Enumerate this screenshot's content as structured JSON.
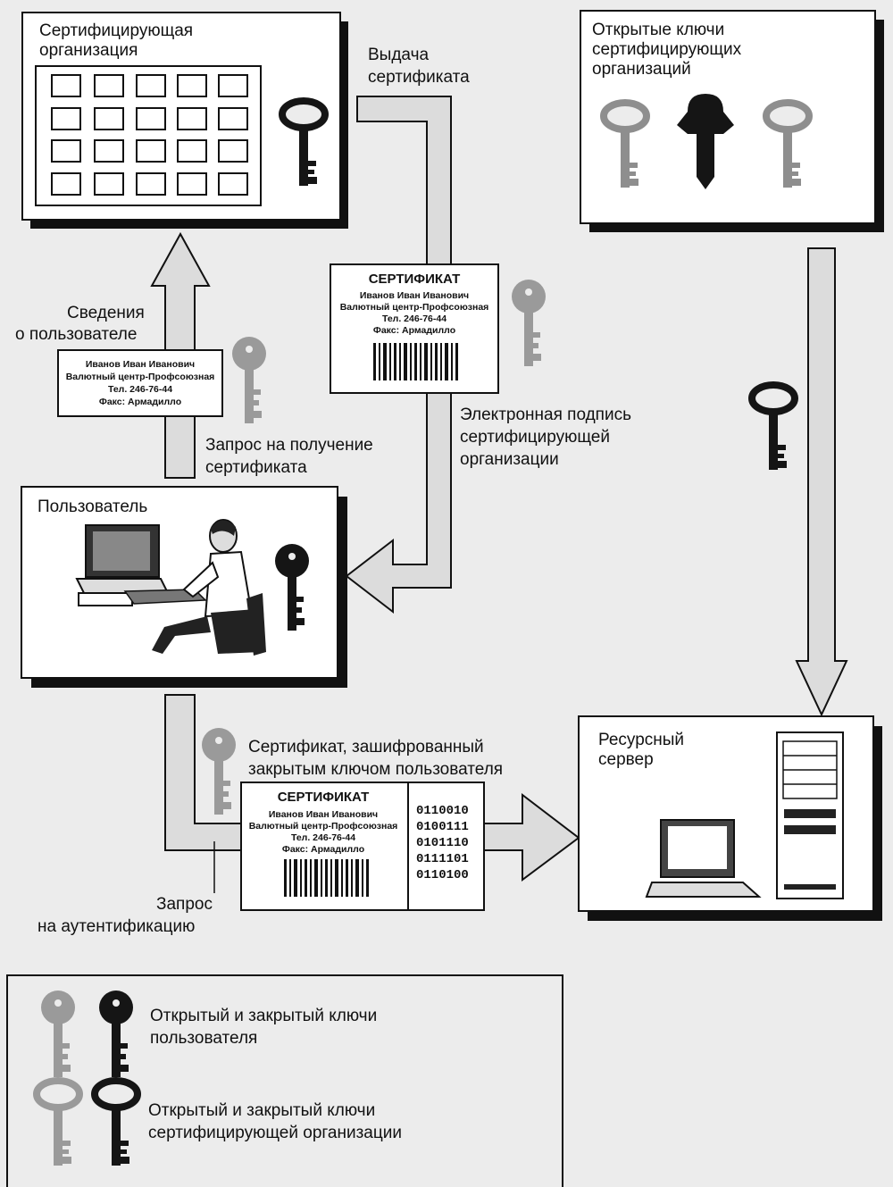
{
  "certifying_org": {
    "title_line1": "Сертифицирующая",
    "title_line2": "организация"
  },
  "public_keys_box": {
    "title_line1": "Открытые ключи",
    "title_line2": "сертифицирующих",
    "title_line3": "организаций"
  },
  "labels": {
    "issue_line1": "Выдача",
    "issue_line2": "сертификата",
    "user_info_line1": "Сведения",
    "user_info_line2": "о пользователе",
    "cert_request_line1": "Запрос на получение",
    "cert_request_line2": "сертификата",
    "signature_line1": "Электронная подпись",
    "signature_line2": "сертифицирующей",
    "signature_line3": "организации",
    "encrypted_line1": "Сертификат, зашифрованный",
    "encrypted_line2": "закрытым ключом пользователя",
    "auth_request_line1": "Запрос",
    "auth_request_line2": "на аутентификацию"
  },
  "user_box": {
    "title": "Пользователь"
  },
  "server_box": {
    "title_line1": "Ресурсный",
    "title_line2": "сервер"
  },
  "certificate": {
    "title": "СЕРТИФИКАТ",
    "name": "Иванов Иван Иванович",
    "org": "Валютный центр-Профсоюзная",
    "phone": "Тел. 246-76-44",
    "fax": "Факс: Армадилло"
  },
  "user_info_card": {
    "name": "Иванов Иван Иванович",
    "org": "Валютный центр-Профсоюзная",
    "phone": "Тел. 246-76-44",
    "fax": "Факс: Армадилло"
  },
  "binary_lines": [
    "0110010",
    "0100111",
    "0101110",
    "0111101",
    "0110100"
  ],
  "legend": {
    "user_keys_line1": "Открытый и закрытый ключи",
    "user_keys_line2": "пользователя",
    "org_keys_line1": "Открытый и закрытый ключи",
    "org_keys_line2": "сертифицирующей организации"
  },
  "colors": {
    "key_gray": "#9a9a9a",
    "key_black": "#151515",
    "arrow_fill": "#dcdcdc",
    "box_fill": "#ffffff",
    "shadow": "#111111"
  }
}
